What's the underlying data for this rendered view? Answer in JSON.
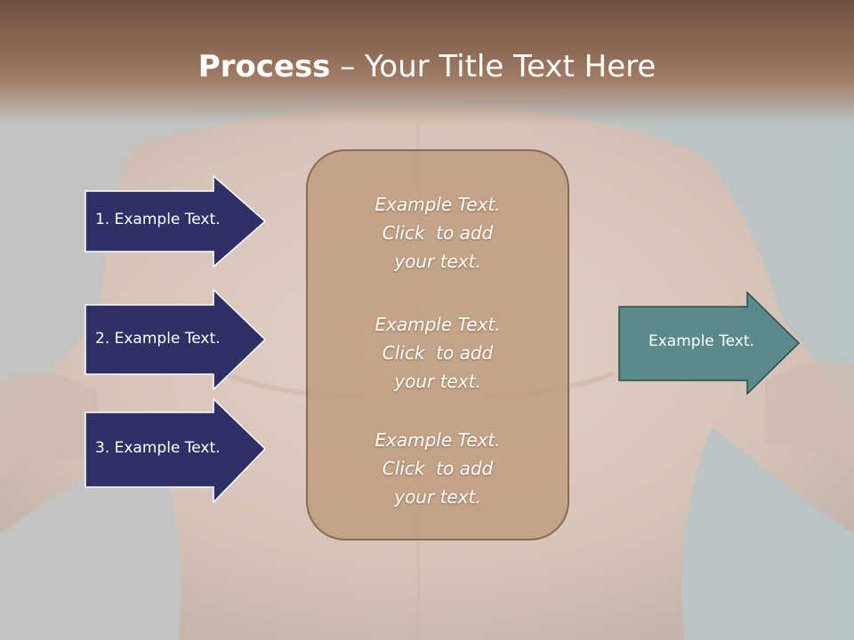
{
  "slide": {
    "title_bold": "Process",
    "title_rest": " – Your Title Text Here"
  },
  "left_arrows": [
    {
      "label": "1. Example Text."
    },
    {
      "label": "2. Example Text."
    },
    {
      "label": "3. Example Text."
    }
  ],
  "center_items": [
    {
      "line1": "Example Text.",
      "line2": "Click  to add",
      "line3": "your text."
    },
    {
      "line1": "Example Text.",
      "line2": "Click  to add",
      "line3": "your text."
    },
    {
      "line1": "Example Text.",
      "line2": "Click  to add",
      "line3": "your text."
    }
  ],
  "right_arrow": {
    "label": "Example Text."
  },
  "colors": {
    "title_band": "#8e6a55",
    "left_arrow_fill": "#2f3066",
    "right_arrow_fill": "#5b8a8a",
    "center_box_fill": "#be9b7d",
    "center_box_border": "#8a6a55"
  }
}
